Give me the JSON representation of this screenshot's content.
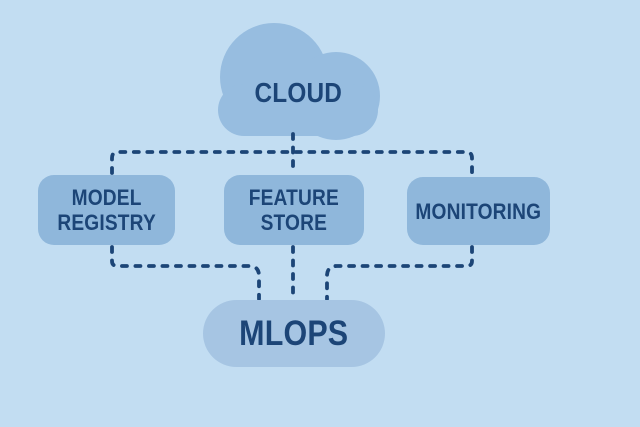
{
  "diagram": {
    "nodes": {
      "cloud": "CLOUD",
      "model_registry": "MODEL\nREGISTRY",
      "feature_store": "FEATURE\nSTORE",
      "monitoring": "MONITORING",
      "mlops": "MLOPS"
    },
    "connections": [
      {
        "from": "CLOUD",
        "to": "MODEL REGISTRY",
        "style": "dashed"
      },
      {
        "from": "CLOUD",
        "to": "FEATURE STORE",
        "style": "dashed"
      },
      {
        "from": "CLOUD",
        "to": "MONITORING",
        "style": "dashed"
      },
      {
        "from": "MODEL REGISTRY",
        "to": "MLOPS",
        "style": "dashed"
      },
      {
        "from": "FEATURE STORE",
        "to": "MLOPS",
        "style": "dashed"
      },
      {
        "from": "MONITORING",
        "to": "MLOPS",
        "style": "dashed"
      }
    ],
    "colors": {
      "background": "#c2ddf2",
      "cloud_fill": "#97bde0",
      "box_fill": "#8fb7db",
      "mlops_fill": "#a6c5e3",
      "ink": "#1c4577"
    }
  }
}
